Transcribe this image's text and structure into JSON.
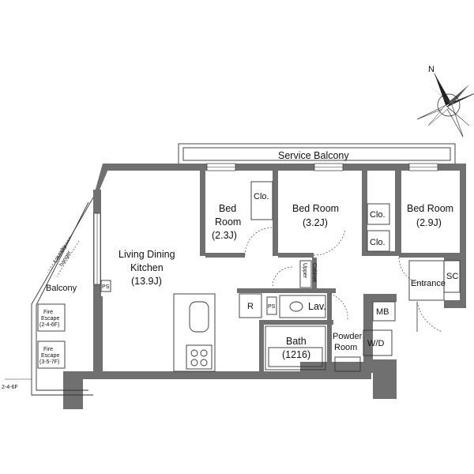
{
  "rooms": {
    "service_balcony": "Service Balcony",
    "bed1": [
      "Bed",
      "Room",
      "(2.3J)"
    ],
    "bed2": [
      "Bed Room",
      "(3.2J)"
    ],
    "bed3": [
      "Bed Room",
      "(2.9J)"
    ],
    "closet": "Clo.",
    "ldk": [
      "Living Dining",
      "Kitchen",
      "(13.9J)"
    ],
    "balcony": "Balcony",
    "laundry": [
      "Laundry",
      "hanger"
    ],
    "upper_cabinet": [
      "Upper",
      "Cabinet"
    ],
    "entrance": "Entrance",
    "sc": "SC",
    "mb": "MB",
    "refrigerator": "R",
    "ps": "PS",
    "lavatory": "Lav.",
    "bath": [
      "Bath",
      "(1216)"
    ],
    "powder": [
      "Powder",
      "Room"
    ],
    "washer": "W/D",
    "fire_escape_1": [
      "Fire",
      "Escape",
      "(2-4-6F)"
    ],
    "fire_escape_2": [
      "Fire",
      "Escape",
      "(3-5-7F)"
    ],
    "floor_note": "2-4-6F",
    "compass": "N"
  },
  "colors": {
    "wall": "#707070",
    "line": "#333333",
    "text": "#111111"
  }
}
